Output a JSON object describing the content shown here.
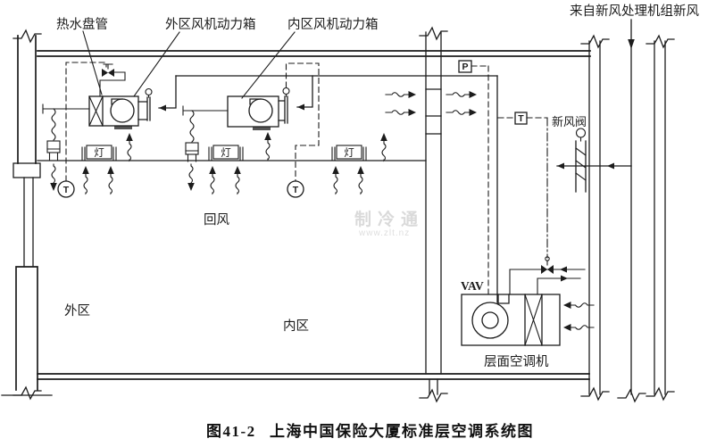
{
  "diagram": {
    "labels": {
      "hot_water_coil": "热水盘管",
      "outer_fan_box": "外区风机动力箱",
      "inner_fan_box": "内区风机动力箱",
      "fresh_air_from_ahu": "来自新风处理机组新风",
      "fresh_air_valve": "新风阀",
      "return_air": "回风",
      "outer_zone": "外区",
      "inner_zone": "内区",
      "vav": "VAV",
      "floor_ac_unit": "层面空调机",
      "lamp": "灯",
      "sensor_t": "T",
      "sensor_p": "P"
    },
    "caption": {
      "figure_no": "图41-2",
      "title": "上海中国保险大厦标准层空调系统图"
    },
    "watermark": {
      "name": "制冷通",
      "url": "www.zlt.nz"
    },
    "colors": {
      "ink": "#1c1c1c",
      "paper": "#ffffff",
      "watermark": "#dadada"
    }
  }
}
